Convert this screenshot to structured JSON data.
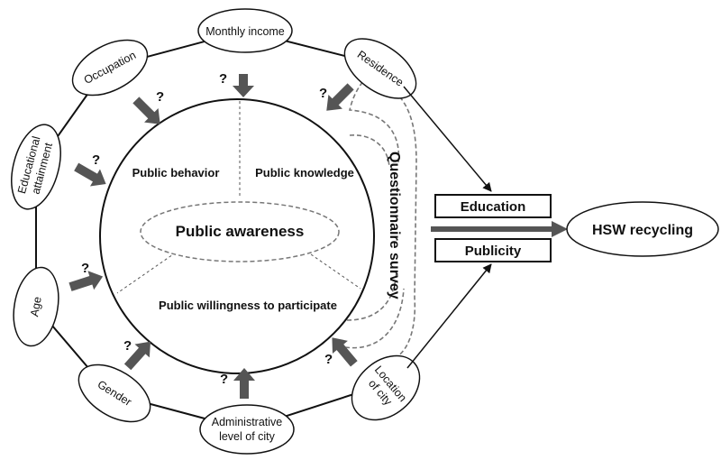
{
  "factors": {
    "monthly_income": "Monthly income",
    "occupation": "Occupation",
    "residence": "Residence",
    "educational_attainment_line1": "Educational",
    "educational_attainment_line2": "attainment",
    "age": "Age",
    "gender": "Gender",
    "administrative_line1": "Administrative",
    "administrative_line2": "level of city",
    "location_line1": "Location",
    "location_line2": "of city"
  },
  "core": {
    "public_behavior": "Public behavior",
    "public_knowledge": "Public knowledge",
    "public_awareness": "Public awareness",
    "public_willingness": "Public willingness to participate"
  },
  "unknown_marker": "?",
  "survey_label": "Questionnaire survey",
  "channels": {
    "education": "Education",
    "publicity": "Publicity"
  },
  "outcome": "HSW recycling"
}
